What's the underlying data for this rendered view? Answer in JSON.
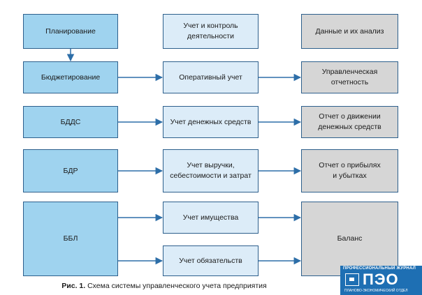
{
  "column1": {
    "planning": "Планирование",
    "budgeting": "Бюджетирование",
    "bdds": "БДДС",
    "bdr": "БДР",
    "bbl": "ББЛ"
  },
  "column2": {
    "header": "Учет и контроль\nдеятельности",
    "operational": "Оперативный учет",
    "cash": "Учет денежных средств",
    "revenue": "Учет выручки,\nсебестоимости и затрат",
    "property": "Учет имущества",
    "liabilities": "Учет обязательств"
  },
  "column3": {
    "header": "Данные и их анализ",
    "mgmt_reporting": "Управленческая отчетность",
    "cash_flow_report": "Отчет о движении\nденежных средств",
    "pnl_report": "Отчет о прибылях\nи убытках",
    "balance": "Баланс"
  },
  "colors": {
    "col1_fill": "#9fd3ef",
    "col2_fill": "#dcecf8",
    "col3_fill": "#d6d6d6",
    "border": "#2d5f8c",
    "arrow": "#2d6ea8"
  },
  "caption": {
    "prefix": "Рис. 1.",
    "text": " Схема системы управленческого учета предприятия"
  },
  "logo": {
    "top": "ПРОФЕССИОНАЛЬНЫЙ ЖУРНАЛ",
    "name": "ПЭО",
    "bottom": "ПЛАНОВО-ЭКОНОМИЧЕСКИЙ ОТДЕЛ"
  }
}
